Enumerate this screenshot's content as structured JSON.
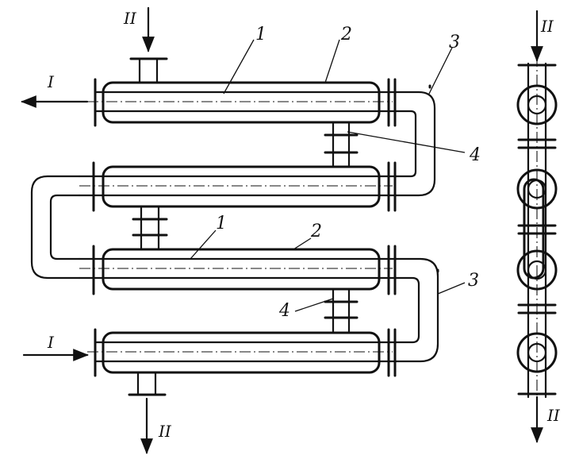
{
  "labels": {
    "inner_tube": "1",
    "outer_tube": "2",
    "return_bend": "3",
    "connector": "4",
    "stream_one": "I",
    "stream_two": "II"
  }
}
